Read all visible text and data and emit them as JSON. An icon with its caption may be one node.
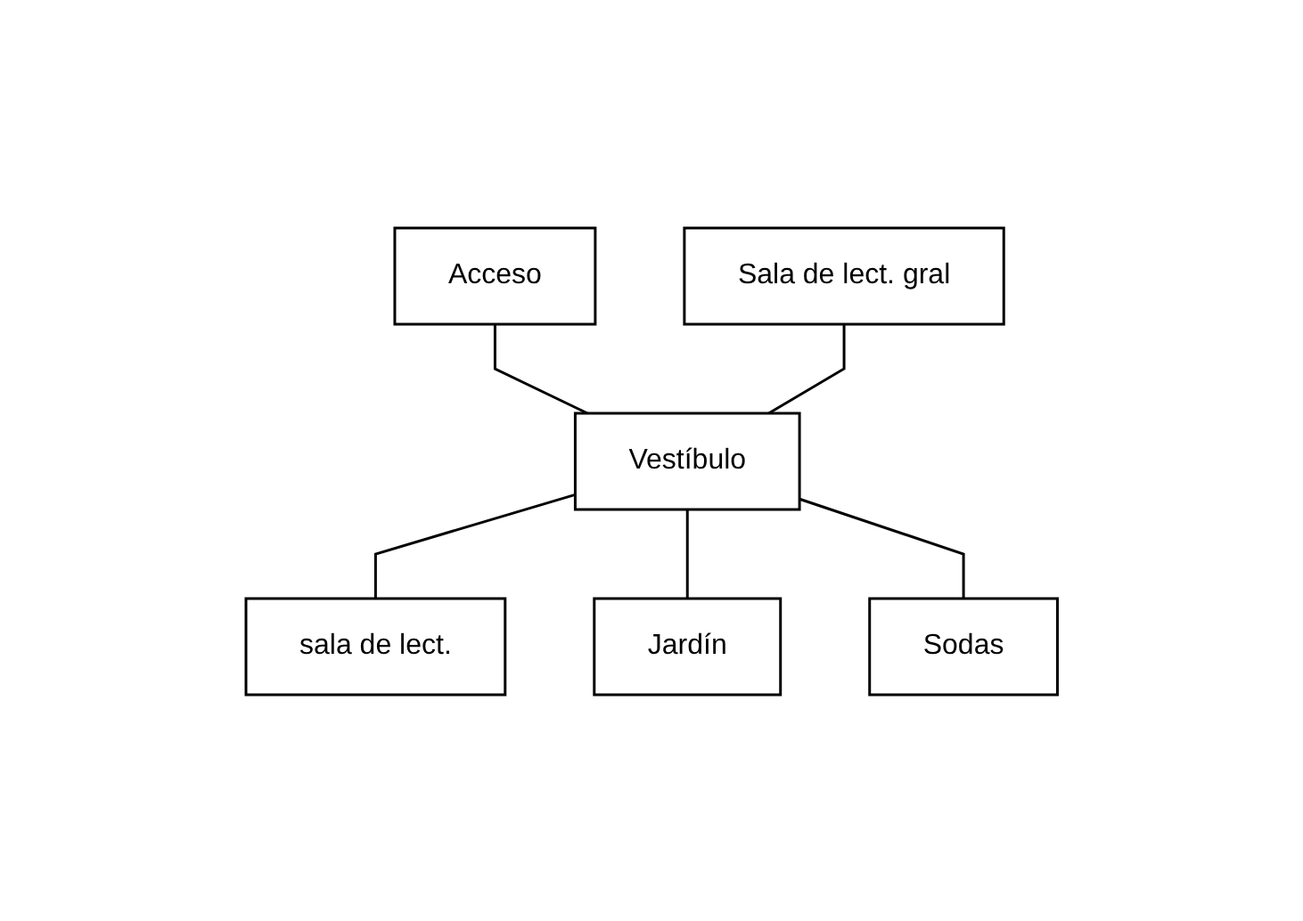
{
  "diagram": {
    "nodes": [
      {
        "text": [
          "Acceso"
        ]
      },
      {
        "text": [
          "Sala de lect. gral"
        ]
      },
      {
        "text": [
          "Vestíbulo"
        ]
      },
      {
        "text": [
          "sala de lect."
        ]
      },
      {
        "text": [
          "Jardín"
        ]
      },
      {
        "text": [
          "Sodas"
        ]
      }
    ],
    "edges": [
      {
        "from": 0,
        "to": 2,
        "arrow": "none"
      },
      {
        "from": 1,
        "to": 2,
        "arrow": "none"
      },
      {
        "from": 2,
        "to": 3,
        "arrow": "none"
      },
      {
        "from": 2,
        "to": 4,
        "arrow": "none"
      },
      {
        "from": 2,
        "to": 5,
        "arrow": "none"
      }
    ]
  }
}
